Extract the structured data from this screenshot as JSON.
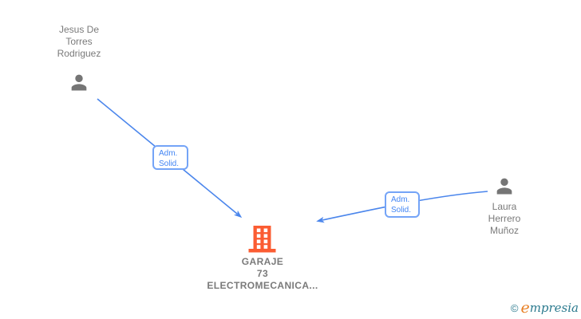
{
  "graph": {
    "background": "#ffffff",
    "edge_color": "#4b86ec",
    "person_icon_color": "#757575",
    "company_icon_color": "#fb5c32",
    "node_label_color": "#7a7a7a",
    "edge_label_text_color": "#4285f4",
    "edge_label_border_color": "#74a4f7"
  },
  "nodes": {
    "person1": {
      "lines": [
        "Jesus De",
        "Torres",
        "Rodriguez"
      ]
    },
    "person2": {
      "lines": [
        "Laura",
        "Herrero",
        "Muñoz"
      ]
    },
    "company": {
      "lines": [
        "GARAJE",
        "73",
        "ELECTROMECANICA..."
      ]
    }
  },
  "edges": {
    "edge1": {
      "label_lines": [
        "Adm.",
        "Solid."
      ]
    },
    "edge2": {
      "label_lines": [
        "Adm.",
        "Solid."
      ]
    }
  },
  "watermark": {
    "copyright_symbol": "©",
    "brand_initial": "e",
    "brand_rest": "mpresia",
    "teal": "#2b7a8e",
    "orange": "#e87f24"
  }
}
